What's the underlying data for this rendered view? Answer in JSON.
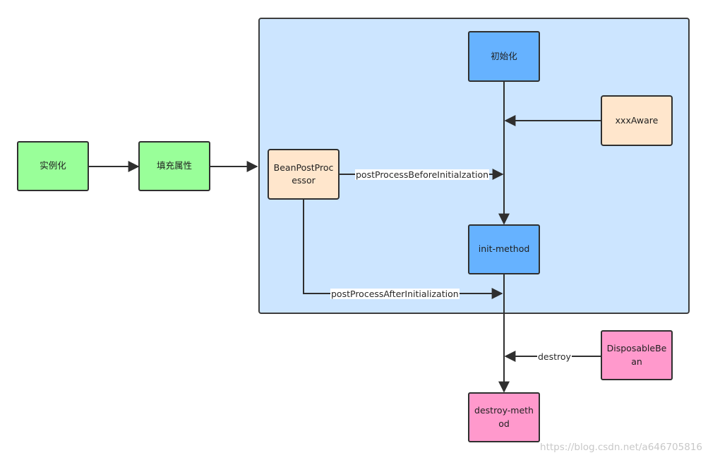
{
  "nodes": {
    "instantiate": "实例化",
    "populate": "填充属性",
    "init": "初始化",
    "aware": "xxxAware",
    "bpp": "BeanPostProcessor",
    "init_method": "init-method",
    "disposable": "DisposableBean",
    "destroy_method": "destroy-method"
  },
  "edges": {
    "before": "postProcessBeforeInitialzation",
    "after": "postProcessAfterInitialization",
    "destroy": "destroy"
  },
  "watermark": "https://blog.csdn.net/a646705816",
  "colors": {
    "container": "#cce5ff",
    "green": "#99ff99",
    "blue": "#66b2ff",
    "peach": "#ffe6cc",
    "pink": "#ff99cc"
  }
}
